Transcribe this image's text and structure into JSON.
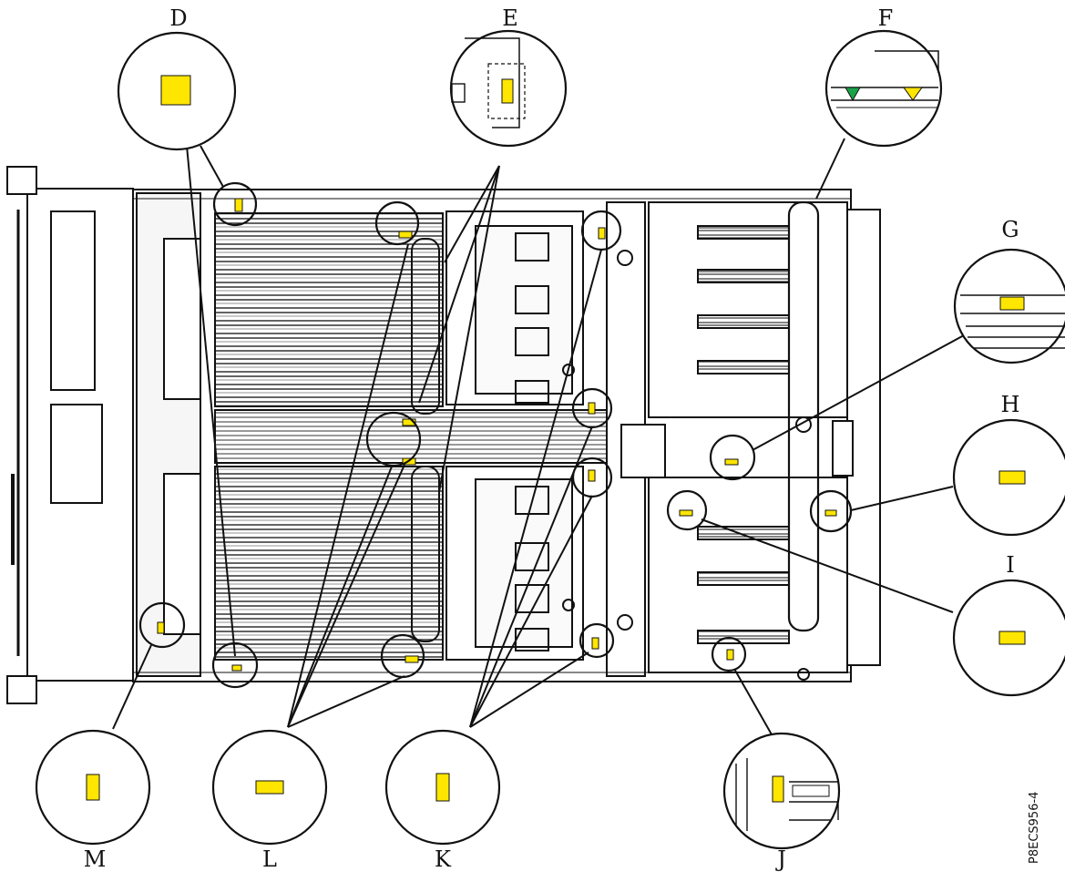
{
  "callouts": [
    {
      "id": "D",
      "label": "D"
    },
    {
      "id": "E",
      "label": "E"
    },
    {
      "id": "F",
      "label": "F"
    },
    {
      "id": "G",
      "label": "G"
    },
    {
      "id": "H",
      "label": "H"
    },
    {
      "id": "I",
      "label": "I"
    },
    {
      "id": "J",
      "label": "J"
    },
    {
      "id": "K",
      "label": "K"
    },
    {
      "id": "L",
      "label": "L"
    },
    {
      "id": "M",
      "label": "M"
    }
  ],
  "figure_id": "P8ECS956-4",
  "colors": {
    "line": "#111111",
    "indicator": "#ffe600",
    "indicator_green": "#1aa34a",
    "background": "#ffffff",
    "metal_light": "#f2f2f2",
    "metal_mid": "#d9d9d9"
  }
}
